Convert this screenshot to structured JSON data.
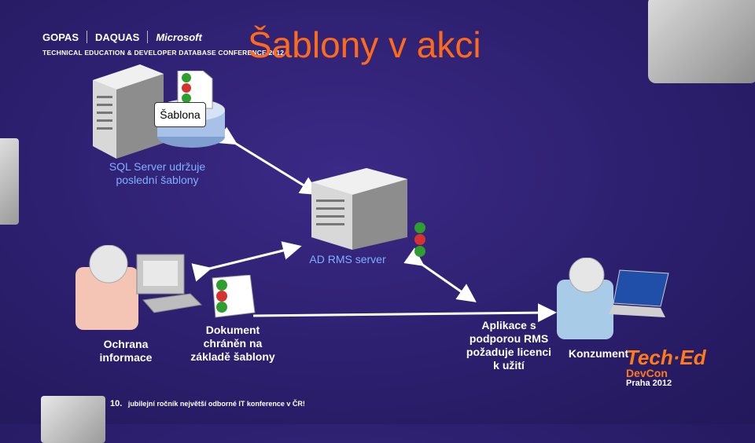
{
  "header": {
    "logos": [
      "GOPAS",
      "DAQUAS",
      "Microsoft"
    ],
    "conference": "TECHNICAL EDUCATION & DEVELOPER DATABASE CONFERENCE 2012",
    "title": "Šablony v akci"
  },
  "nodes": {
    "sql_server_template": "Šablona",
    "sql_server_caption": [
      "SQL Server udržuje",
      "poslední šablony"
    ],
    "ad_rms": "AD RMS server",
    "info_protection": [
      "Ochrana",
      "informace"
    ],
    "document": [
      "Dokument",
      "chráněn na",
      "základě šablony"
    ],
    "rms_app": [
      "Aplikace s",
      "podporou RMS",
      "požaduje licenci",
      "k užití"
    ],
    "consumer": "Konzument"
  },
  "footer": {
    "number": "10.",
    "text": "jubilejní ročník největší odborné IT konference v ČR!"
  },
  "badge": {
    "line1": "Tech·Ed",
    "line2": "DevCon",
    "line3": "Praha 2012"
  },
  "colors": {
    "title": "#ff6a1a",
    "caption_blue": "#7fb0ff",
    "background": "#2c1f6e"
  }
}
